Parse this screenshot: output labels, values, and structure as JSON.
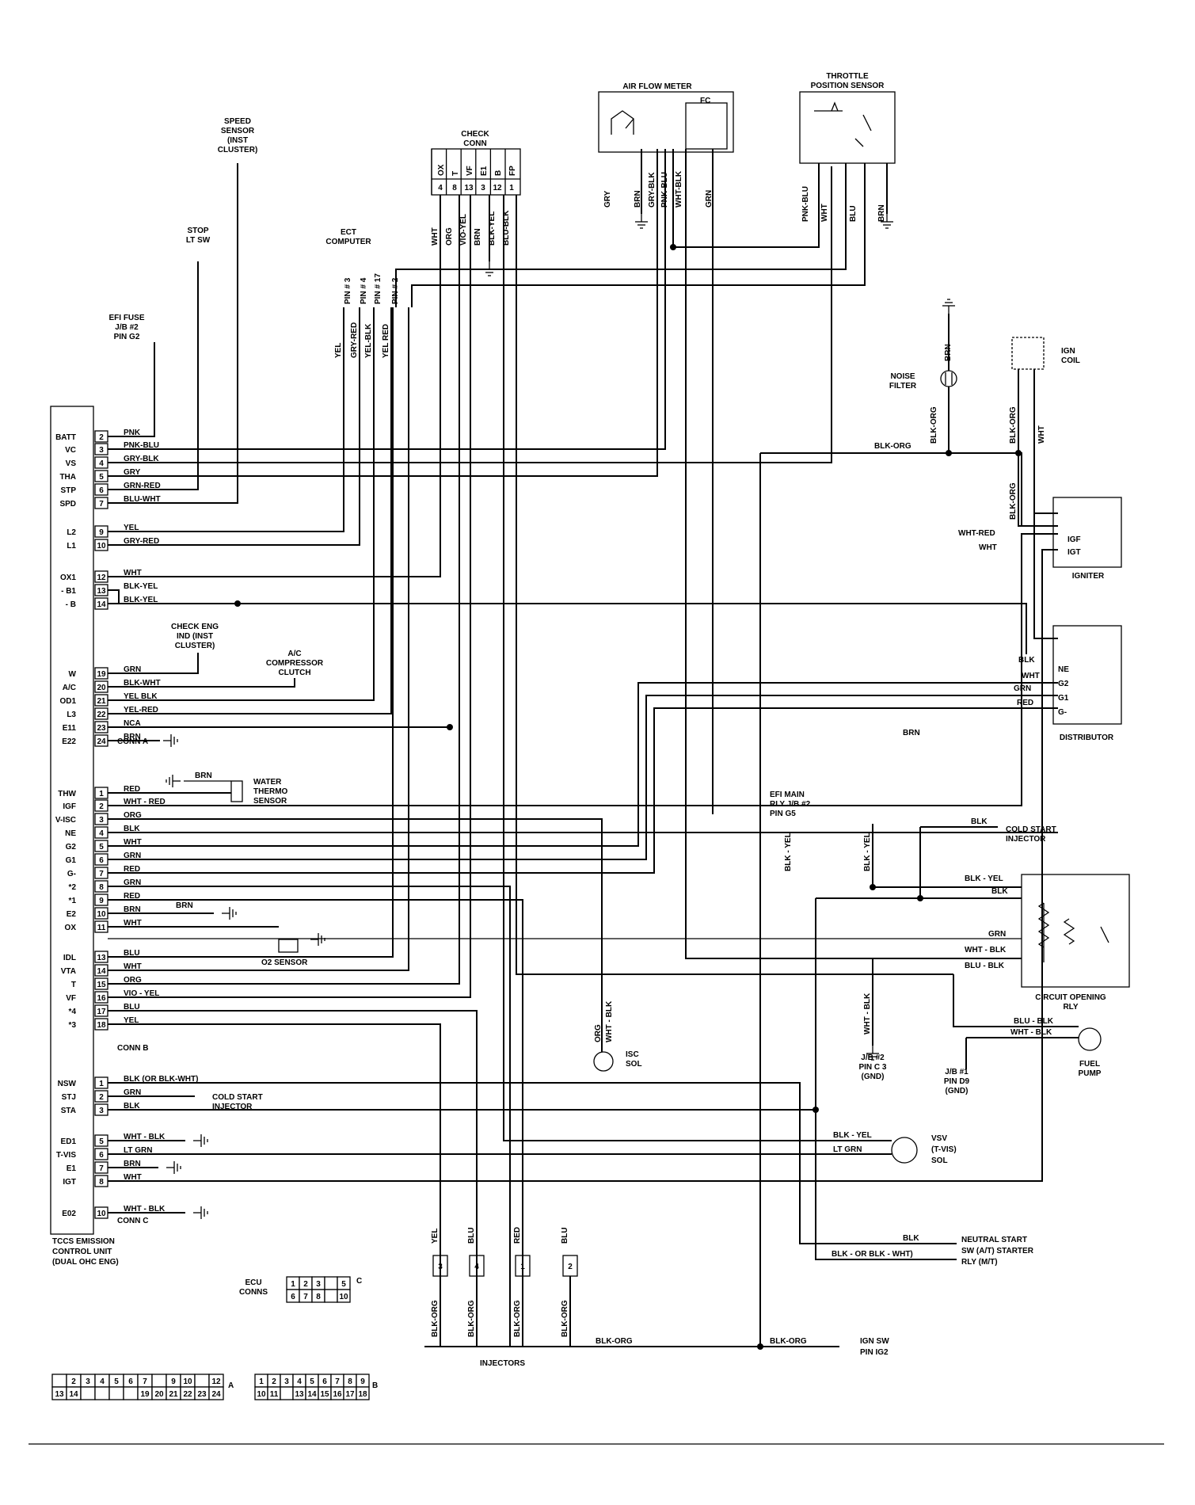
{
  "ecu": {
    "footer": [
      "TCCS EMISSION",
      "CONTROL UNIT",
      "(DUAL OHC ENG)"
    ],
    "conn_a_label": "CONN A",
    "conn_b_label": "CONN B",
    "conn_c_label": "CONN C",
    "conn_a": [
      {
        "term": "BATT",
        "pin": "2",
        "wire": "PNK"
      },
      {
        "term": "VC",
        "pin": "3",
        "wire": "PNK-BLU"
      },
      {
        "term": "VS",
        "pin": "4",
        "wire": "GRY-BLK"
      },
      {
        "term": "THA",
        "pin": "5",
        "wire": "GRY"
      },
      {
        "term": "STP",
        "pin": "6",
        "wire": "GRN-RED"
      },
      {
        "term": "SPD",
        "pin": "7",
        "wire": "BLU-WHT"
      },
      {
        "term": "L2",
        "pin": "9",
        "wire": "YEL"
      },
      {
        "term": "L1",
        "pin": "10",
        "wire": "GRY-RED"
      },
      {
        "term": "OX1",
        "pin": "12",
        "wire": "WHT"
      },
      {
        "term": "- B1",
        "pin": "13",
        "wire": "BLK-YEL"
      },
      {
        "term": "- B",
        "pin": "14",
        "wire": "BLK-YEL"
      },
      {
        "term": "W",
        "pin": "19",
        "wire": "GRN"
      },
      {
        "term": "A/C",
        "pin": "20",
        "wire": "BLK-WHT"
      },
      {
        "term": "OD1",
        "pin": "21",
        "wire": "YEL BLK"
      },
      {
        "term": "L3",
        "pin": "22",
        "wire": "YEL-RED"
      },
      {
        "term": "E11",
        "pin": "23",
        "wire": "NCA"
      },
      {
        "term": "E22",
        "pin": "24",
        "wire": "BRN"
      }
    ],
    "conn_b": [
      {
        "term": "THW",
        "pin": "1",
        "wire": "RED"
      },
      {
        "term": "IGF",
        "pin": "2",
        "wire": "WHT - RED"
      },
      {
        "term": "V-ISC",
        "pin": "3",
        "wire": "ORG"
      },
      {
        "term": "NE",
        "pin": "4",
        "wire": "BLK"
      },
      {
        "term": "G2",
        "pin": "5",
        "wire": "WHT"
      },
      {
        "term": "G1",
        "pin": "6",
        "wire": "GRN"
      },
      {
        "term": "G-",
        "pin": "7",
        "wire": "RED"
      },
      {
        "term": "*2",
        "pin": "8",
        "wire": "GRN"
      },
      {
        "term": "*1",
        "pin": "9",
        "wire": "RED"
      },
      {
        "term": "E2",
        "pin": "10",
        "wire": "BRN"
      },
      {
        "term": "OX",
        "pin": "11",
        "wire": "WHT"
      },
      {
        "term": "IDL",
        "pin": "13",
        "wire": "BLU"
      },
      {
        "term": "VTA",
        "pin": "14",
        "wire": "WHT"
      },
      {
        "term": "T",
        "pin": "15",
        "wire": "ORG"
      },
      {
        "term": "VF",
        "pin": "16",
        "wire": "VIO - YEL"
      },
      {
        "term": "*4",
        "pin": "17",
        "wire": "BLU"
      },
      {
        "term": "*3",
        "pin": "18",
        "wire": "YEL"
      }
    ],
    "conn_c": [
      {
        "term": "NSW",
        "pin": "1",
        "wire": "BLK (OR BLK-WHT)"
      },
      {
        "term": "STJ",
        "pin": "2",
        "wire": "GRN"
      },
      {
        "term": "STA",
        "pin": "3",
        "wire": "BLK"
      },
      {
        "term": "ED1",
        "pin": "5",
        "wire": "WHT - BLK"
      },
      {
        "term": "T-VIS",
        "pin": "6",
        "wire": "LT GRN"
      },
      {
        "term": "E1",
        "pin": "7",
        "wire": "BRN"
      },
      {
        "term": "IGT",
        "pin": "8",
        "wire": "WHT"
      },
      {
        "term": "E02",
        "pin": "10",
        "wire": "WHT - BLK"
      }
    ]
  },
  "components": {
    "efi_fuse": [
      "EFI FUSE",
      "J/B #2",
      "PIN G2"
    ],
    "stop_lt_sw": [
      "STOP",
      "LT SW"
    ],
    "speed_sensor": [
      "SPEED",
      "SENSOR",
      "(INST",
      "CLUSTER)"
    ],
    "ect_computer": [
      "ECT",
      "COMPUTER"
    ],
    "ect_pins": [
      "PIN # 3",
      "PIN # 4",
      "PIN # 17",
      "PIN # 2"
    ],
    "ect_wires": [
      "YEL",
      "GRY-RED",
      "YEL-BLK",
      "YEL RED"
    ],
    "check_conn": [
      "CHECK",
      "CONN"
    ],
    "check_conn_terms": [
      "OX",
      "T",
      "VF",
      "E1",
      "B",
      "FP"
    ],
    "check_conn_pins": [
      "4",
      "8",
      "13",
      "3",
      "12",
      "1"
    ],
    "check_conn_wires": [
      "WHT",
      "ORG",
      "VIO-YEL",
      "BRN",
      "BLK-YEL",
      "BLU-BLK"
    ],
    "air_flow_meter": "AIR FLOW METER",
    "afm_fc": "FC",
    "afm_wires": [
      "GRY",
      "BRN",
      "GRY-BLK",
      "PNK-BLU",
      "WHT-BLK",
      "GRN"
    ],
    "throttle_sensor": [
      "THROTTLE",
      "POSITION SENSOR"
    ],
    "tps_wires": [
      "PNK-BLU",
      "WHT",
      "BLU",
      "BRN"
    ],
    "noise_filter": [
      "NOISE",
      "FILTER"
    ],
    "ign_coil": [
      "IGN",
      "COIL"
    ],
    "igniter": "IGNITER",
    "igniter_terms": [
      "IGF",
      "IGT"
    ],
    "distributor": "DISTRIBUTOR",
    "distributor_terms": [
      "NE",
      "G2",
      "G1",
      "G-"
    ],
    "check_eng": [
      "CHECK ENG",
      "IND (INST",
      "CLUSTER)"
    ],
    "ac_clutch": [
      "A/C",
      "COMPRESSOR",
      "CLUTCH"
    ],
    "water_thermo": [
      "WATER",
      "THERMO",
      "SENSOR"
    ],
    "o2_sensor": "O2 SENSOR",
    "cold_start_top": [
      "COLD START",
      "INJECTOR"
    ],
    "cold_start_ecu": [
      "COLD START",
      "INJECTOR"
    ],
    "efi_main": [
      "EFI MAIN",
      "RLY J/B #2",
      "PIN G5"
    ],
    "circuit_opening": [
      "CIRCUIT OPENING",
      "RLY"
    ],
    "isc_sol": [
      "ISC",
      "SOL"
    ],
    "fuel_pump": [
      "FUEL",
      "PUMP"
    ],
    "jb2_gnd": [
      "J/B #2",
      "PIN C 3",
      "(GND)"
    ],
    "jb1_gnd": [
      "J/B #1",
      "PIN D9",
      "(GND)"
    ],
    "vsv": [
      "VSV",
      "(T-VIS)",
      "SOL"
    ],
    "neutral_start": [
      "NEUTRAL START",
      "SW (A/T) STARTER",
      "RLY (M/T)"
    ],
    "ign_sw": [
      "IGN SW",
      "PIN IG2"
    ],
    "injectors_label": "INJECTORS",
    "injectors": [
      {
        "num": "3",
        "wire": "YEL"
      },
      {
        "num": "4",
        "wire": "BLU"
      },
      {
        "num": "1",
        "wire": "RED"
      },
      {
        "num": "2",
        "wire": "BLU"
      }
    ],
    "injector_feed": "BLK-ORG",
    "ecu_conns_label": [
      "ECU",
      "CONNS"
    ],
    "conn_c_grid": [
      [
        "1",
        "2",
        "3",
        "",
        "5"
      ],
      [
        "6",
        "7",
        "8",
        "",
        "10"
      ]
    ],
    "conn_a_grid": [
      [
        "",
        "2",
        "3",
        "4",
        "5",
        "6",
        "7",
        "",
        "9",
        "10",
        "",
        "12"
      ],
      [
        "13",
        "14",
        "",
        "",
        "",
        "",
        "19",
        "20",
        "21",
        "22",
        "23",
        "24"
      ]
    ],
    "conn_b_grid": [
      [
        "1",
        "2",
        "3",
        "4",
        "5",
        "6",
        "7",
        "8",
        "9"
      ],
      [
        "10",
        "11",
        "",
        "13",
        "14",
        "15",
        "16",
        "17",
        "18"
      ]
    ],
    "grid_letters": [
      "A",
      "B",
      "C"
    ]
  },
  "wire_labels": {
    "blk_org": "BLK-ORG",
    "wht_red": "WHT-RED",
    "wht": "WHT",
    "blk": "BLK",
    "grn": "GRN",
    "red": "RED",
    "brn": "BRN",
    "blk_yel": "BLK - YEL",
    "wht_blk": "WHT - BLK",
    "blu_blk": "BLU - BLK",
    "blk_or_blk_wht": "BLK - OR BLK - WHT)",
    "lt_grn": "LT GRN",
    "org": "ORG"
  }
}
